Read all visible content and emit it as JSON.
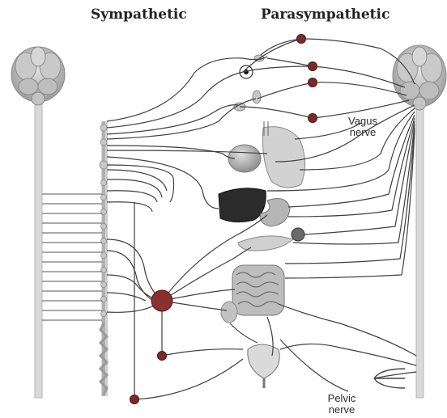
{
  "headings": {
    "sympathetic": "Sympathetic",
    "parasympathetic": "Parasympathetic"
  },
  "labels": {
    "vagus_line1": "Vagus",
    "vagus_line2": "nerve",
    "pelvic_line1": "Pelvic",
    "pelvic_line2": "nerve"
  },
  "colors": {
    "nerve": "#444444",
    "ganglion": "#7a2a2a",
    "brain": "#b8b8b8",
    "cord": "#d7d7d7",
    "organ": "#9a9a9a"
  }
}
